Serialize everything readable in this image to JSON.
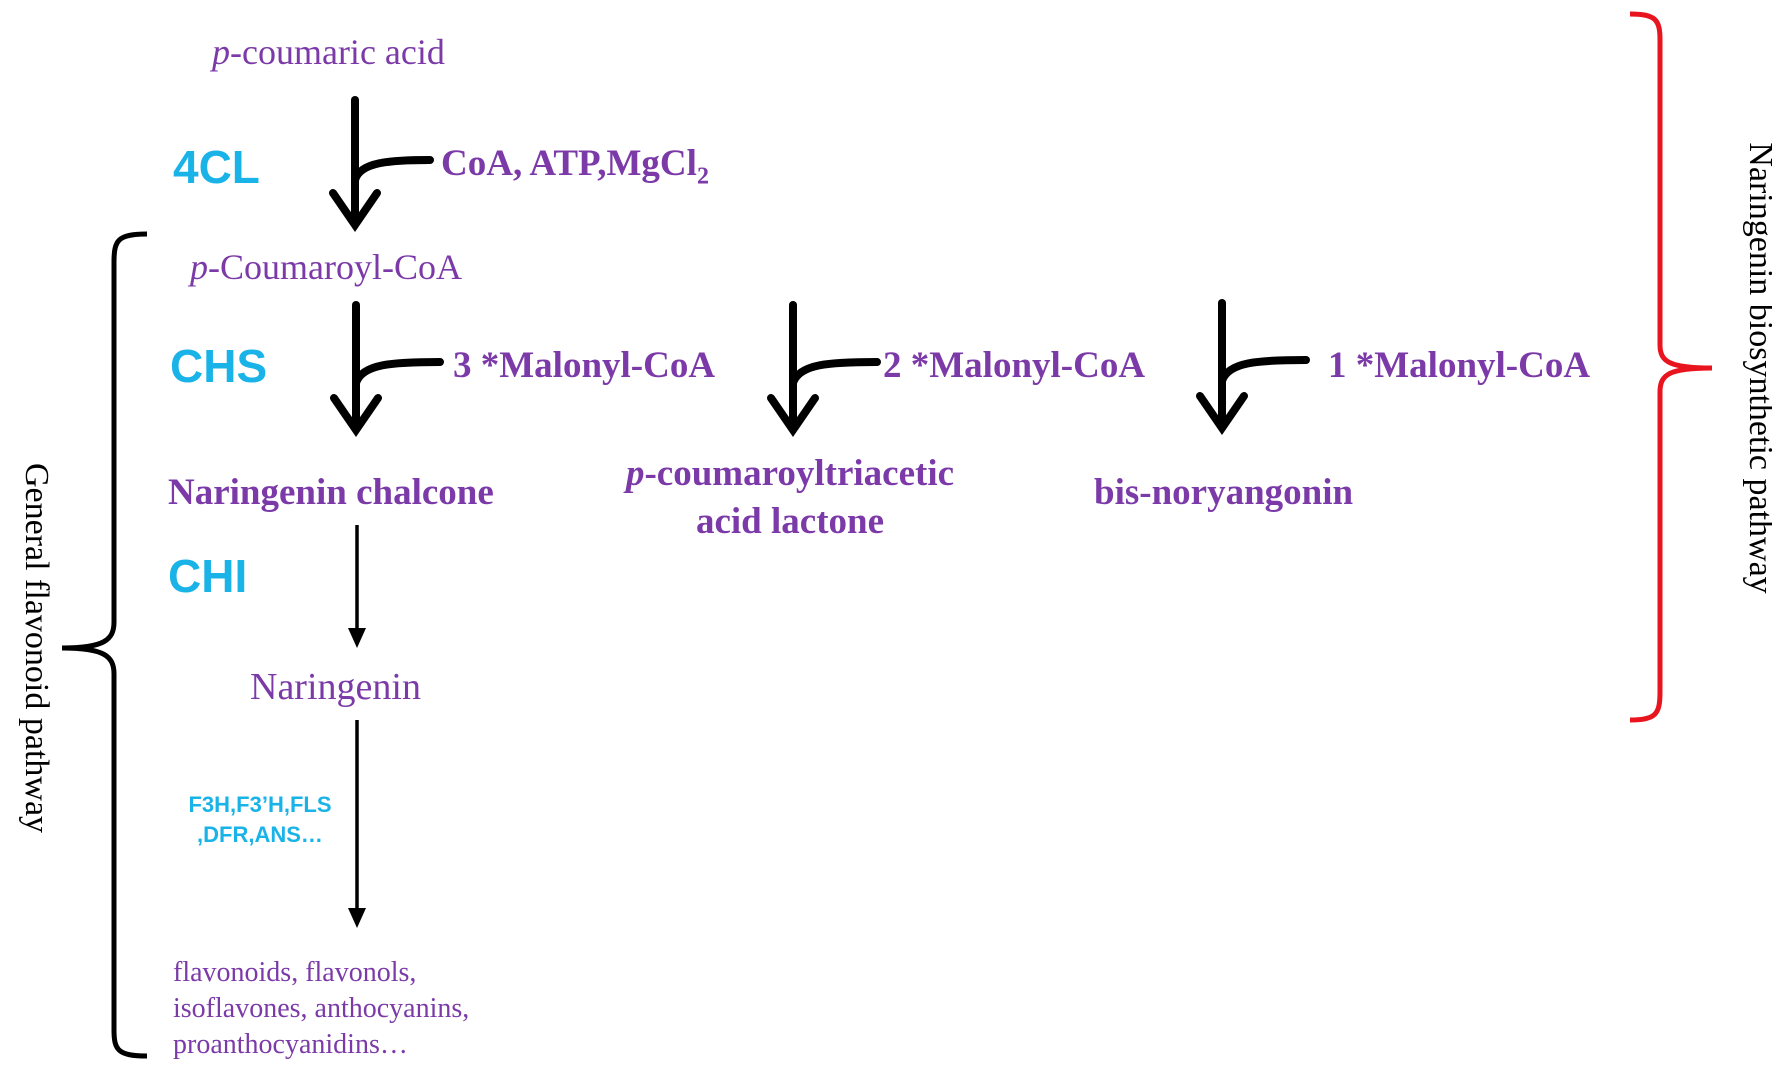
{
  "compounds": {
    "coumaric_acid": {
      "prefix": "p",
      "text": "-coumaric acid"
    },
    "coumaroyl_coa": {
      "prefix": "p",
      "text": "-Coumaroyl-CoA"
    },
    "naringenin_chalcone": "Naringenin chalcone",
    "ctal": {
      "prefix": "p",
      "line1": "-coumaroyltriacetic",
      "line2": "acid lactone"
    },
    "bny": "bis-noryangonin",
    "naringenin": "Naringenin",
    "products": [
      "flavonoids, flavonols,",
      "isoflavones, anthocyanins,",
      "proanthocyanidins…"
    ]
  },
  "enzymes": {
    "e4cl": "4CL",
    "chs": "CHS",
    "chi": "CHI",
    "downstream": [
      "F3H,F3’H,FLS",
      ",DFR,ANS…"
    ]
  },
  "cofactors": {
    "coa_atp": {
      "text": "CoA, ATP,MgCl",
      "subscript": "2"
    },
    "malonyl3": "3 *Malonyl-CoA",
    "malonyl2": "2 *Malonyl-CoA",
    "malonyl1": "1 *Malonyl-CoA"
  },
  "brackets": {
    "general": "General flavonoid pathway",
    "naringenin": "Naringenin biosynthetic pathway"
  },
  "colors": {
    "compound": "#7b3aa8",
    "enzyme": "#1ab3e8",
    "arrow": "#000000",
    "bracket_general": "#000000",
    "bracket_naringenin": "#e8141e"
  }
}
